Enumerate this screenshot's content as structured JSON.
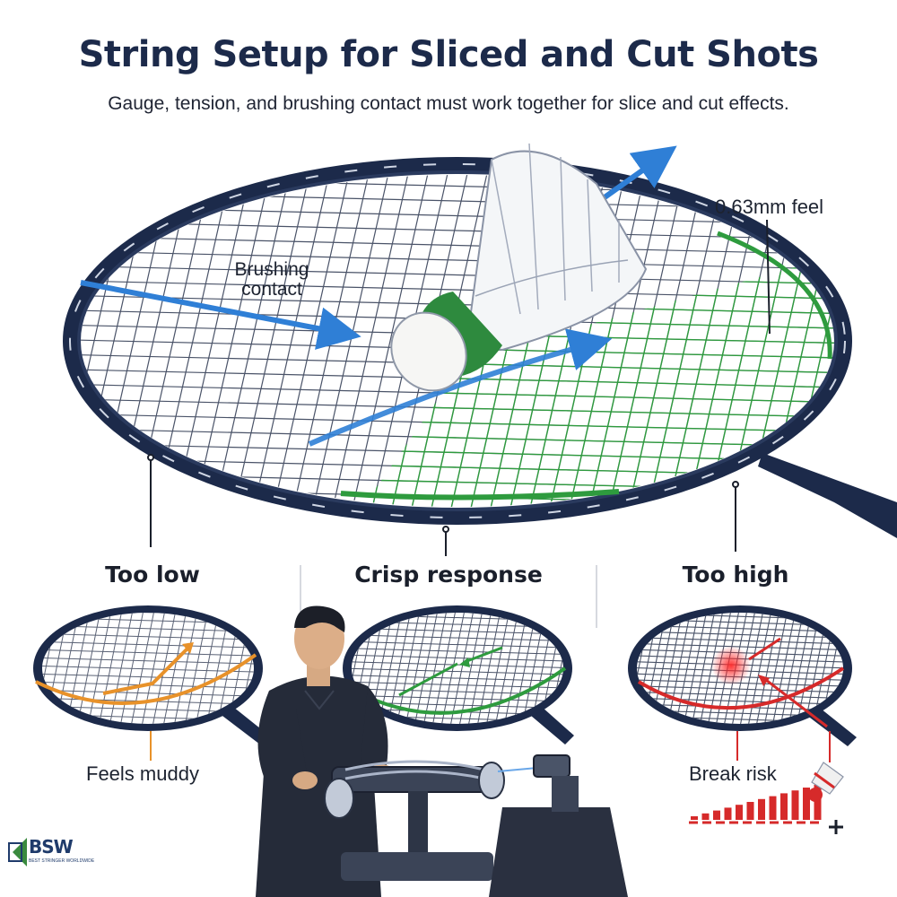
{
  "header": {
    "title": "String Setup for Sliced and Cut Shots",
    "subtitle": "Gauge, tension, and brushing contact must work together for slice and cut effects."
  },
  "callouts": {
    "brushing_line1": "Brushing",
    "brushing_line2": "contact",
    "gauge": "0.63mm feel"
  },
  "panels": [
    {
      "heading": "Too low",
      "caption": "Feels muddy",
      "accent": "#e8922a"
    },
    {
      "heading": "Crisp response",
      "caption": "",
      "accent": "#2e9b3e"
    },
    {
      "heading": "Too high",
      "caption": "Break risk",
      "accent": "#d62a2a"
    }
  ],
  "logo": {
    "text": "BSW",
    "subtitle": "BEST STRINGER WORLDWIDE"
  },
  "colors": {
    "frame": "#1c2a4a",
    "arrow": "#2f7fd6",
    "green_string": "#2e9b3e",
    "orange": "#e8922a",
    "red": "#d62a2a"
  },
  "icons": [
    "badminton-racket",
    "shuttlecock",
    "stringing-machine",
    "stringer-person",
    "plus-icon"
  ]
}
